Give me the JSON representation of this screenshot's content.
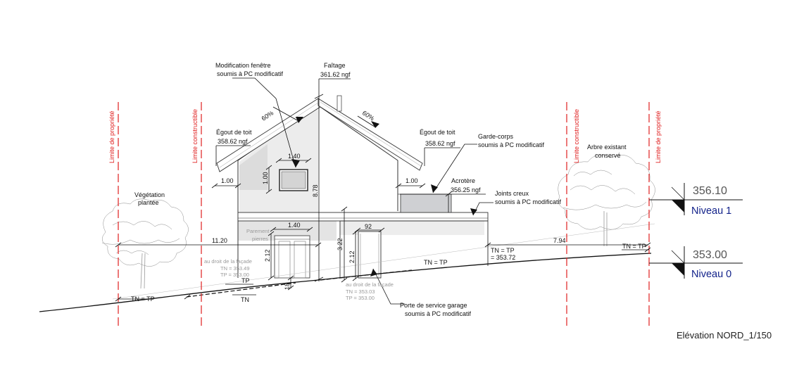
{
  "drawing": {
    "caption": "Elévation NORD_1/150",
    "property_limit_label": "Limite de propriété",
    "buildable_limit_label": "Limite constructible",
    "levels": [
      {
        "elevation": "356.10",
        "name": "Niveau 1"
      },
      {
        "elevation": "353.00",
        "name": "Niveau 0"
      }
    ],
    "annotations": {
      "window_mod_1": "Modification fenêtre",
      "window_mod_2": "soumis à PC modificatif",
      "ridge_label": "Faîtage",
      "ridge_value": "361.62 ngf",
      "slope_left": "60%",
      "slope_right": "60%",
      "eave_left_label": "Égout de toit",
      "eave_left_value": "358.62 ngf",
      "eave_right_label": "Égout de toit",
      "eave_right_value": "358.62 ngf",
      "railing_1": "Garde-corps",
      "railing_2": "soumis à PC modificatif",
      "tree_1": "Arbre existant",
      "tree_2": "conservé",
      "acrotere_label": "Acrotère",
      "acrotere_value": "356.25 ngf",
      "joints_1": "Joints creux",
      "joints_2": "soumis à PC modificatif",
      "veg_1": "Végétation",
      "veg_2": "plantée",
      "parement_1": "Parement",
      "parement_2": "pierres",
      "facade_left_1": "au droit de la façade",
      "facade_left_2": "TN = 353.49",
      "facade_left_3": "TP = 353.00",
      "facade_mid_1": "au droit de la façade",
      "facade_mid_2": "TN = 353.03",
      "facade_mid_3": "TP = 353.00",
      "garage_1": "Porte de service garage",
      "garage_2": "soumis à PC modificatif",
      "tn_eq_tp": "TN = TP",
      "tn_eq_tp_right": "TN = TP",
      "tn_eq_tp_mid_1": "TN = TP",
      "tn_eq_tp_mid_2": "= 353.72",
      "tp": "TP",
      "tn": "TN",
      "tn_tp_center": "TN = TP"
    },
    "dimensions": {
      "w_1_40_top": "1.40",
      "w_1_00_vert": "1.00",
      "eave_1_00_left": "1.00",
      "eave_1_00_right": "1.00",
      "h_8_78": "8.78",
      "w_1_40_low": "1.40",
      "w_92": "92",
      "h_2_12_left": "2.12",
      "h_3_22": "3.22",
      "h_2_12_mid": "2.12",
      "h_18": "18",
      "d_11_20": "11.20",
      "d_7_94": "7.94"
    }
  }
}
